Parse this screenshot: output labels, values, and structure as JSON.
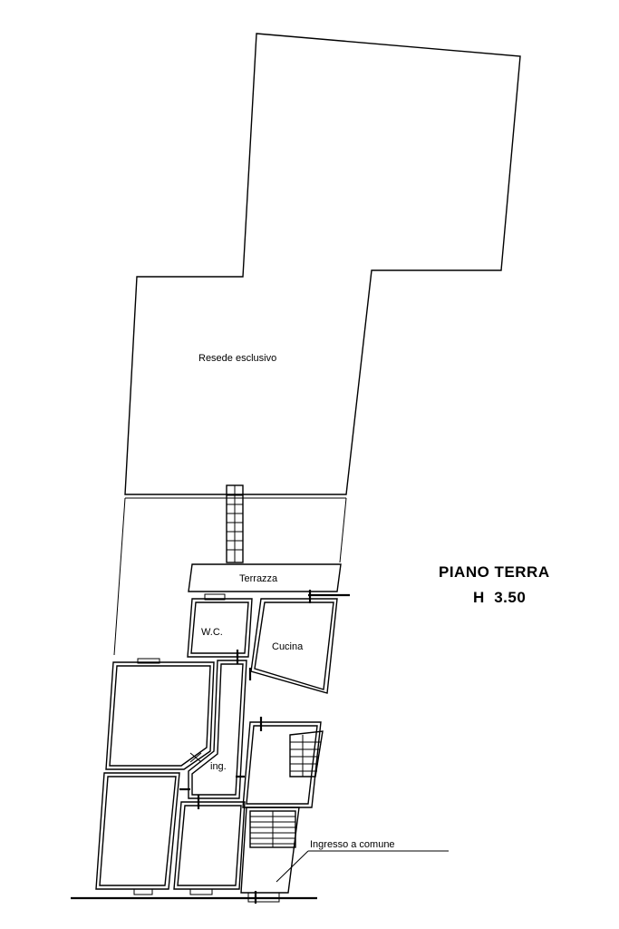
{
  "title": "PIANO TERRA",
  "height_label": "H  3.50",
  "rooms": {
    "resede": "Resede esclusivo",
    "terrazza": "Terrazza",
    "wc": "W.C.",
    "cucina": "Cucina",
    "ingresso": "ing.",
    "ingresso_comune": "Ingresso  a  comune"
  }
}
